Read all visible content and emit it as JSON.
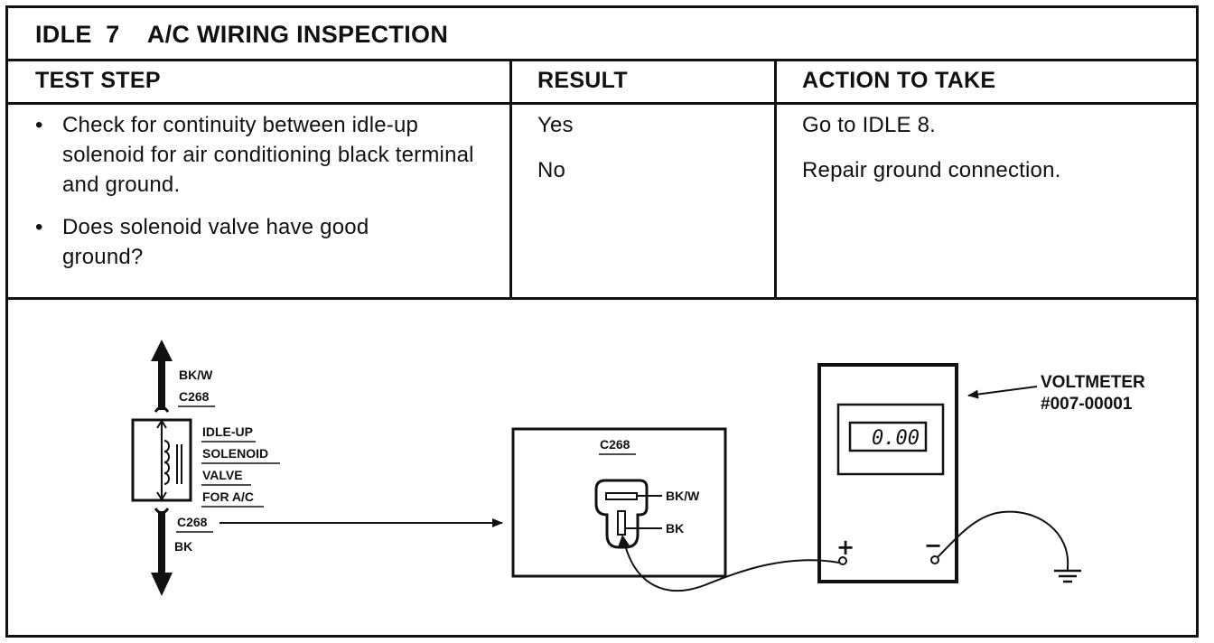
{
  "header": {
    "title": "IDLE  7    A/C WIRING INSPECTION"
  },
  "table": {
    "columns": [
      "TEST STEP",
      "RESULT",
      "ACTION TO TAKE"
    ],
    "steps": [
      "Check for continuity between idle-up solenoid for air conditioning black terminal and ground.",
      "Does solenoid valve have good ground?"
    ],
    "results": [
      "Yes",
      "No"
    ],
    "actions": [
      "Go to IDLE 8.",
      "Repair ground connection."
    ]
  },
  "diagram": {
    "wire_top_color": "BK/W",
    "connector_top": "C268",
    "solenoid_label": [
      "IDLE-UP",
      "SOLENOID",
      "VALVE",
      "FOR A/C"
    ],
    "connector_bottom": "C268",
    "wire_bottom_color": "BK",
    "connector_box_label": "C268",
    "pin_bkw": "BK/W",
    "pin_bk": "BK",
    "meter_label": [
      "VOLTMETER",
      "#007-00001"
    ],
    "meter_reading": "0.00",
    "plus_symbol": "+",
    "minus_symbol": "−"
  }
}
